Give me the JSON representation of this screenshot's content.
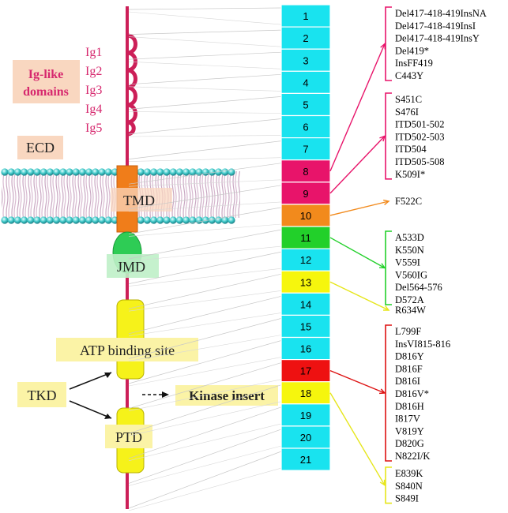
{
  "domains": {
    "ig_labels": [
      "Ig1",
      "Ig2",
      "Ig3",
      "Ig4",
      "Ig5"
    ],
    "ig_like_line1": "Ig-like",
    "ig_like_line2": "domains",
    "ecd": "ECD",
    "tmd": "TMD",
    "jmd": "JMD",
    "atp": "ATP binding site",
    "tkd": "TKD",
    "kinase_insert": "Kinase insert",
    "ptd": "PTD"
  },
  "exons": [
    {
      "n": "1",
      "color": "#19e3ef"
    },
    {
      "n": "2",
      "color": "#19e3ef"
    },
    {
      "n": "3",
      "color": "#19e3ef"
    },
    {
      "n": "4",
      "color": "#19e3ef"
    },
    {
      "n": "5",
      "color": "#19e3ef"
    },
    {
      "n": "6",
      "color": "#19e3ef"
    },
    {
      "n": "7",
      "color": "#19e3ef"
    },
    {
      "n": "8",
      "color": "#e8146a"
    },
    {
      "n": "9",
      "color": "#e8146a"
    },
    {
      "n": "10",
      "color": "#f28a1c"
    },
    {
      "n": "11",
      "color": "#22d02a"
    },
    {
      "n": "12",
      "color": "#19e3ef"
    },
    {
      "n": "13",
      "color": "#f6f60d"
    },
    {
      "n": "14",
      "color": "#19e3ef"
    },
    {
      "n": "15",
      "color": "#19e3ef"
    },
    {
      "n": "16",
      "color": "#19e3ef"
    },
    {
      "n": "17",
      "color": "#ee1111"
    },
    {
      "n": "18",
      "color": "#f6f60d"
    },
    {
      "n": "19",
      "color": "#19e3ef"
    },
    {
      "n": "20",
      "color": "#19e3ef"
    },
    {
      "n": "21",
      "color": "#19e3ef"
    }
  ],
  "mutation_groups": [
    {
      "color": "#e8146a",
      "items": [
        "Del417-418-419InsNA",
        "Del417-418-419InsI",
        "Del417-418-419InsY",
        "Del419*",
        "InsFF419",
        "C443Y"
      ]
    },
    {
      "color": "#e8146a",
      "items": [
        "S451C",
        "S476I",
        "ITD501-502",
        "ITD502-503",
        "ITD504",
        "ITD505-508",
        "K509I*"
      ]
    },
    {
      "color": "#f28a1c",
      "items": [
        "F522C"
      ]
    },
    {
      "color": "#22d02a",
      "items": [
        "A533D",
        "K550N",
        "V559I",
        "V560IG",
        "Del564-576",
        "D572A"
      ]
    },
    {
      "color": "#e6e61a",
      "items": [
        "R634W"
      ]
    },
    {
      "color": "#dd1111",
      "items": [
        "L799F",
        "InsVI815-816",
        "D816Y",
        "D816F",
        "D816I",
        "D816V*",
        "D816H",
        "I817V",
        "V819Y",
        "D820G",
        "N822I/K"
      ],
      "highlight_item": "D816V*",
      "highlight_color": "#ee1111"
    },
    {
      "color": "#e6e61a",
      "items": [
        "E839K",
        "S840N",
        "S849I"
      ]
    }
  ],
  "colors": {
    "receptor": "#cc1f58",
    "ig_text": "#d6286e",
    "ptd_fill": "#f6f21a",
    "jmd_fill": "#2ecc55",
    "tmd_fill": "#f07d1a",
    "label_bg": "#f9d7c0",
    "yellow_label_bg": "#fbf3a6",
    "green_label_bg": "#bff0c8"
  }
}
